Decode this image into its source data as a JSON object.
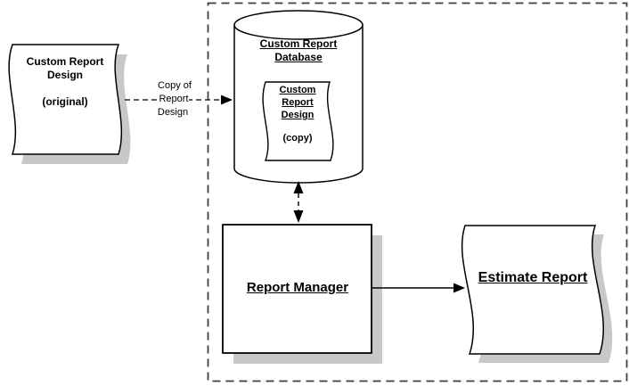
{
  "diagram": {
    "nodes": {
      "original": {
        "title": "Custom Report Design",
        "subtitle": "(original)"
      },
      "database": {
        "title": "Custom Report Database"
      },
      "copy": {
        "title": "Custom Report Design",
        "subtitle": "(copy)"
      },
      "report_manager": {
        "title": "Report Manager"
      },
      "estimate_report": {
        "title": "Estimate Report"
      }
    },
    "edges": {
      "copy_of_report_design": {
        "label": "Copy of Report Design"
      }
    },
    "colors": {
      "line": "#000000",
      "shape_fill": "#ffffff",
      "shadow": "#c8c8c8",
      "boundary_dash": "#3f3f3f",
      "text": "#000000"
    }
  }
}
